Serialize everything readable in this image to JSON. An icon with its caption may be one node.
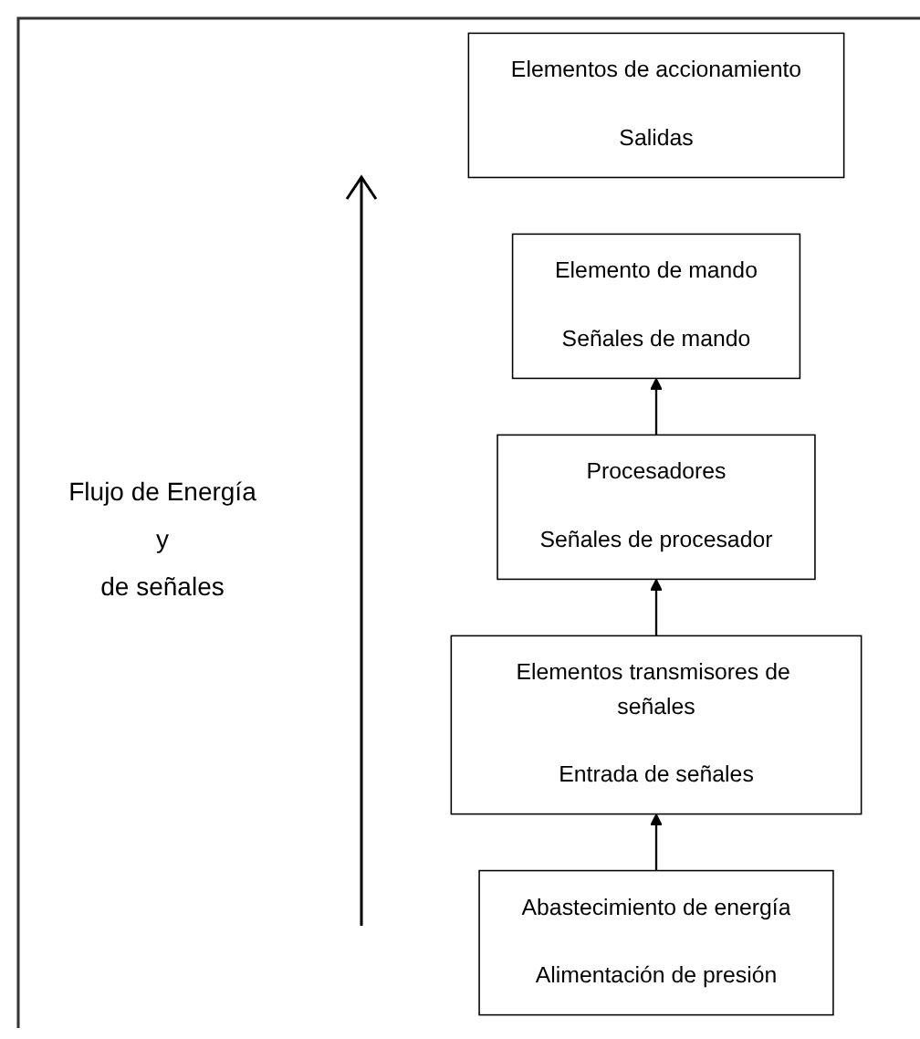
{
  "diagram": {
    "nodes": [
      {
        "text": [
          "Elementos de accionamiento",
          "Salidas"
        ]
      },
      {
        "text": [
          "Elemento de mando",
          "Señales de mando"
        ]
      },
      {
        "text": [
          "Procesadores",
          "Señales de procesador"
        ]
      },
      {
        "text": [
          "Elementos transmisores de señales",
          "Entrada de señales"
        ]
      },
      {
        "text": [
          "Abastecimiento de energía",
          "Alimentación de presión"
        ]
      }
    ],
    "edges": [
      {
        "from": 4,
        "to": 3,
        "arrow": "to"
      },
      {
        "from": 3,
        "to": 2,
        "arrow": "to"
      },
      {
        "from": 2,
        "to": 1,
        "arrow": "to"
      }
    ],
    "labels": [
      "Flujo de Energía",
      "y",
      "de señales"
    ]
  }
}
